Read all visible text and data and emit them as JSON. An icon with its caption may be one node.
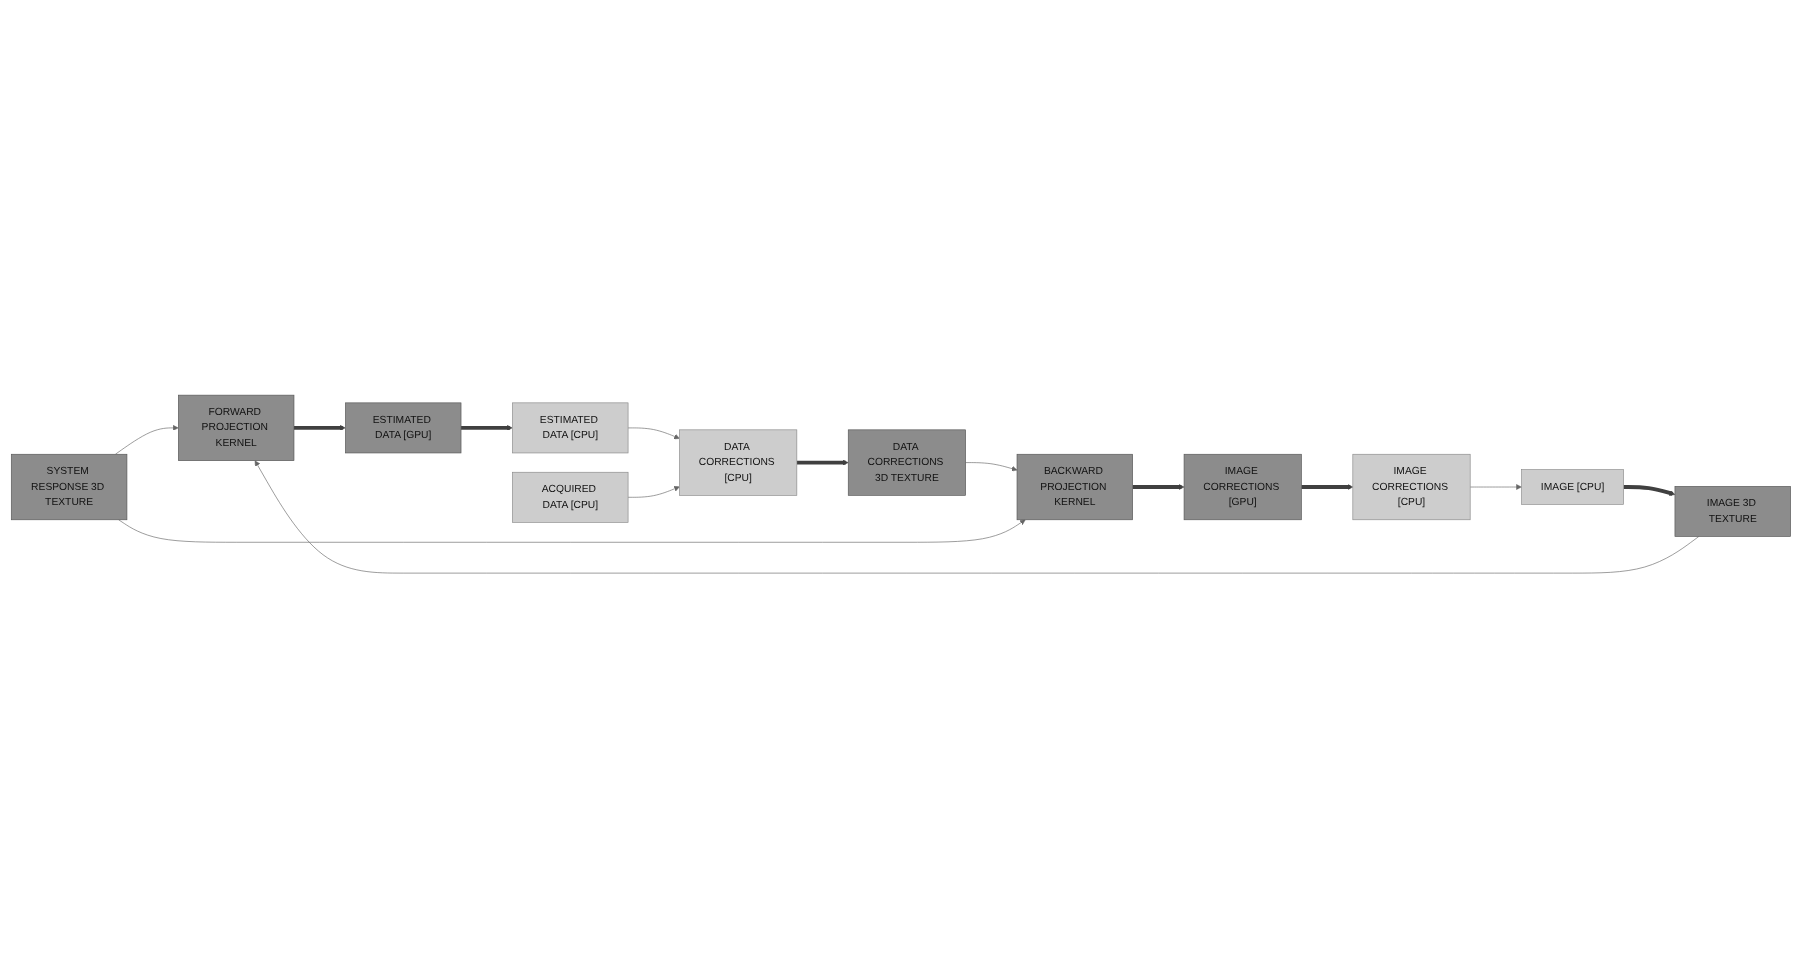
{
  "diagram": {
    "nodes": [
      {
        "text": [
          "FORWARD PROJECTION KERNEL"
        ]
      },
      {
        "text": [
          "ESTIMATED DATA [GPU]"
        ]
      },
      {
        "text": [
          "IMAGE 3D TEXTURE"
        ]
      },
      {
        "text": [
          "ESTIMATED DATA [CPU]"
        ]
      },
      {
        "text": [
          "ACQUIRED DATA [CPU]"
        ]
      },
      {
        "text": [
          "IMAGE [CPU]"
        ]
      },
      {
        "text": [
          "DATA CORRECTIONS [CPU]"
        ]
      },
      {
        "text": [
          "SYSTEM RESPONSE 3D TEXTURE"
        ]
      },
      {
        "text": [
          "IMAGE CORRECTIONS [CPU]"
        ]
      },
      {
        "text": [
          "DATA CORRECTIONS 3D TEXTURE"
        ]
      },
      {
        "text": [
          "IMAGE CORRECTIONS [GPU]"
        ]
      },
      {
        "text": [
          "BACKWARD PROJECTION KERNEL"
        ]
      }
    ],
    "edges": [
      {
        "from": 0,
        "to": 1,
        "arrow": "to",
        "style": "thick",
        "color": "#404040"
      },
      {
        "from": 1,
        "to": 3,
        "arrow": "to",
        "style": "thick",
        "color": "#404040"
      },
      {
        "from": 3,
        "to": 6,
        "arrow": "to"
      },
      {
        "from": 4,
        "to": 6,
        "arrow": "to"
      },
      {
        "from": 6,
        "to": 9,
        "arrow": "to",
        "style": "thick",
        "color": "#404040"
      },
      {
        "from": 9,
        "to": 11,
        "arrow": "to"
      },
      {
        "from": 11,
        "to": 10,
        "arrow": "to",
        "style": "thick",
        "color": "#404040"
      },
      {
        "from": 10,
        "to": 8,
        "arrow": "to",
        "style": "thick",
        "color": "#404040"
      },
      {
        "from": 8,
        "to": 5,
        "arrow": "to"
      },
      {
        "from": 5,
        "to": 2,
        "arrow": "to",
        "style": "thick",
        "color": "#404040"
      },
      {
        "from": 2,
        "to": 0,
        "arrow": "to"
      },
      {
        "from": 7,
        "to": 0,
        "arrow": "to"
      },
      {
        "from": 7,
        "to": 11,
        "arrow": "to"
      }
    ]
  }
}
